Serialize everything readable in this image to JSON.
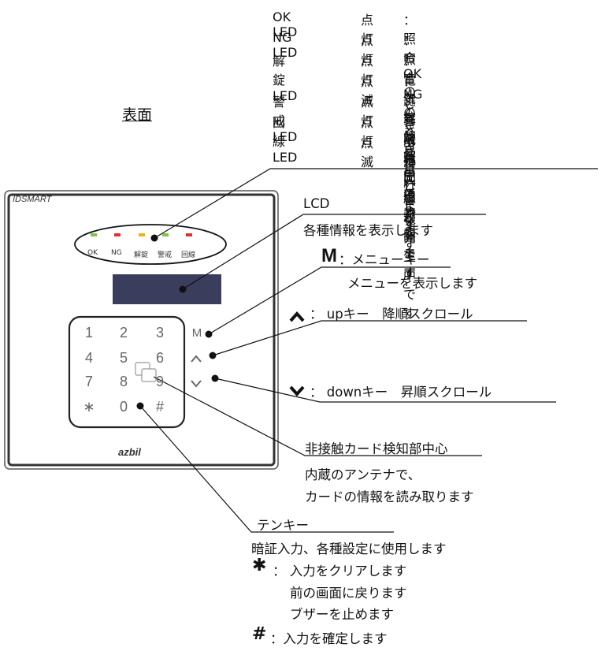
{
  "legend": {
    "rows": [
      {
        "name": "OK LED",
        "state": "点灯",
        "desc": "：照合OKのとき点灯します"
      },
      {
        "name": "NG LED",
        "state": "点灯",
        "desc": "：照合NGのとき点灯します"
      },
      {
        "name": "解錠 LED",
        "state": "点灯",
        "desc": "：電気錠解錠中です"
      },
      {
        "name": "",
        "state": "点滅",
        "desc": "：鍵異常発生中です"
      },
      {
        "name": "警戒 LED",
        "state": "点灯",
        "desc": "：警戒中に点灯します"
      },
      {
        "name": "回線 LED",
        "state": "点灯",
        "desc": "：防犯回線が 開 です"
      },
      {
        "name": "",
        "state": "点滅",
        "desc": "：侵入警報発生中です"
      }
    ]
  },
  "front_label": "表面",
  "device": {
    "brand": "IDSMART",
    "logo": "azbil",
    "led_labels": [
      "OK",
      "NG",
      "解錠",
      "警戒",
      "回線"
    ],
    "led_colors": [
      "#7ec440",
      "#e03030",
      "#f0b020",
      "#7ec440",
      "#e03030"
    ],
    "keys": [
      "1",
      "2",
      "3",
      "4",
      "5",
      "6",
      "7",
      "8",
      "9",
      "∗",
      "0",
      "#"
    ],
    "side_keys": {
      "menu": "M"
    },
    "lcd_color": "#3a3d5c"
  },
  "callouts": {
    "lcd_title": "LCD",
    "lcd_desc": "各種情報を表示します",
    "menu_glyph": "M",
    "menu_title": "：メニューキー",
    "menu_desc": "メニューを表示します",
    "up_title": "：  upキー　降順スクロール",
    "down_title": "：  downキー　昇順スクロール",
    "card_title": "非接触カード検知部中心",
    "card_desc1": "内蔵のアンテナで、",
    "card_desc2": "カードの情報を読み取ります",
    "tenkey_title": "テンキー",
    "tenkey_desc": "暗証入力、各種設定に使用します",
    "asterisk_glyph": "✱",
    "asterisk_desc1": "：  入力をクリアします",
    "asterisk_desc2": "前の画面に戻ります",
    "asterisk_desc3": "ブザーを止めます",
    "hash_glyph": "#",
    "hash_desc": "：入力を確定します"
  }
}
